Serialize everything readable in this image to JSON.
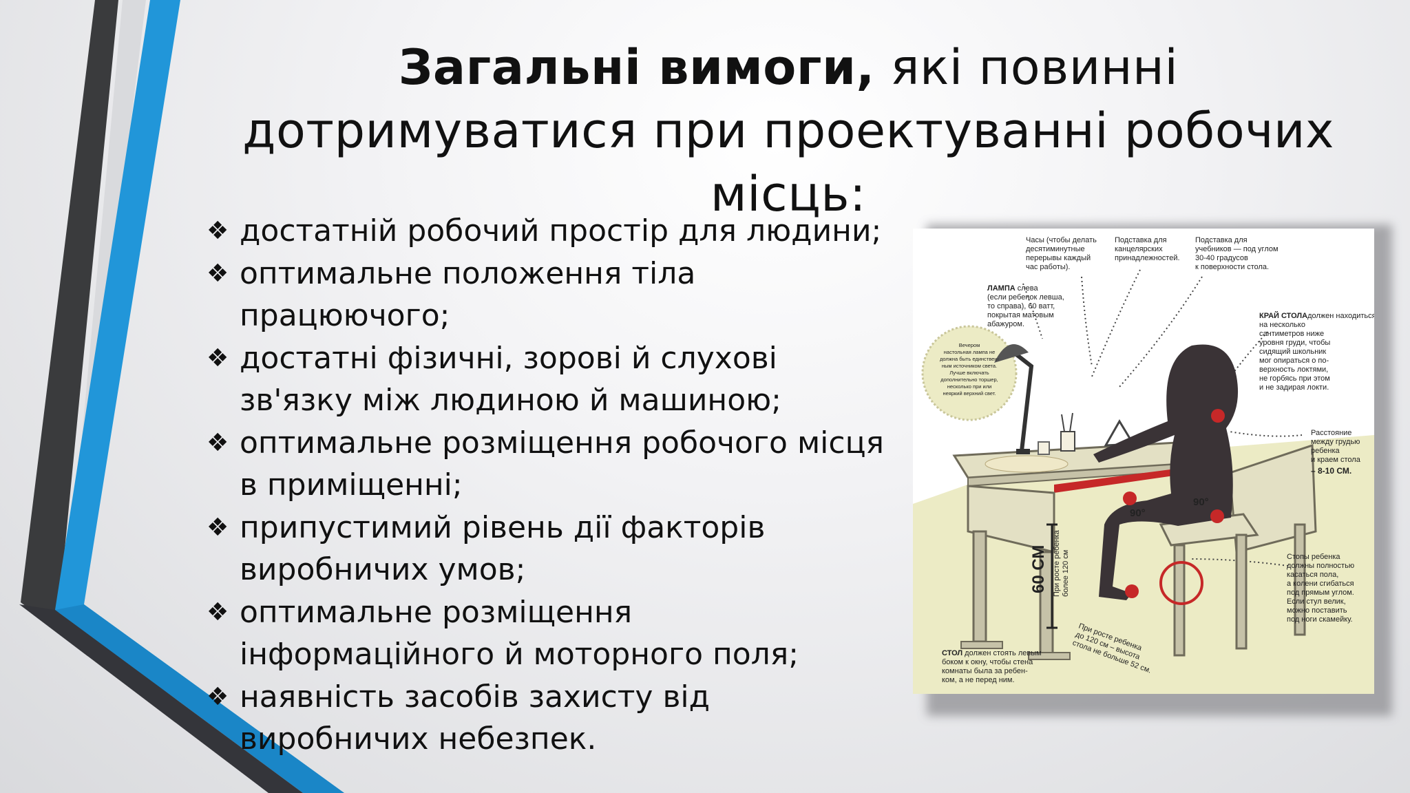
{
  "slide": {
    "title_bold": "Загальні вимоги,",
    "title_rest": " які повинні дотримуватися при проектуванні робочих місць:",
    "bullet_marker": "❖",
    "bullets": [
      "достатній робочий простір для людини;",
      "оптимальне положення тіла працюючого;",
      "достатні фізичні, зорові й слухові зв'язку між людиною й машиною;",
      "оптимальне розміщення робочого місця в приміщенні;",
      "припустимий рівень дії факторів виробничих умов;",
      "оптимальне розміщення інформаційного й моторного поля;",
      "наявність засобів захисту від виробничих небезпек."
    ]
  },
  "figure": {
    "clock_note": [
      "Часы (чтобы делать",
      "десятиминутные",
      "перерывы каждый",
      "час работы)."
    ],
    "stationery_note": [
      "Подставка для",
      "канцелярских",
      "принадлежностей."
    ],
    "book_stand_note": [
      "Подставка для",
      "учебников — под углом",
      "30-40 градусов",
      "к поверхности стола."
    ],
    "lamp_note_title": "ЛАМПА",
    "lamp_note": [
      " слева",
      "(если ребенок левша,",
      "то справа), 60 ватт,",
      "покрытая матовым",
      "абажуром."
    ],
    "edge_note_title": "КРАЙ СТОЛА",
    "edge_note": [
      "должен находиться",
      "на несколько",
      "сантиметров ниже",
      "уровня груди, чтобы",
      "сидящий школьник",
      "мог опираться о по-",
      "верхность локтями,",
      "не горбясь при этом",
      "и не задирая локти."
    ],
    "circle_note": [
      "Вечером",
      "настольная лампа не",
      "должна быть единствен-",
      "ным источником света.",
      "Лучше включать",
      "дополнительно торшер,",
      "несколько при или",
      "неяркий верхний свет."
    ],
    "distance_note": [
      "Расстояние",
      "между грудью",
      "ребенка",
      "и краем стола"
    ],
    "distance_value": "– 8-10 СМ.",
    "angle_1": "90°",
    "angle_2": "90°",
    "height_value": "60 СМ",
    "height_side_note": [
      "При росте ребенка",
      "более 120 см"
    ],
    "height_floor_note": [
      "При росте ребенка",
      "до 120 см – высота",
      "стола не больше 52 см."
    ],
    "feet_note": [
      "Стопы ребенка",
      "должны полностью",
      "касаться пола,",
      "а колени сгибаться",
      "под прямым углом.",
      "Если стул велик,",
      "можно поставить",
      "под ноги скамейку."
    ],
    "table_note_title": "СТОЛ",
    "table_note": [
      " должен стоять левым",
      "боком к окну, чтобы стена",
      "комнаты была за ребен-",
      "ком, а не перед ним."
    ]
  },
  "colors": {
    "accent_blue": "#2196d9",
    "accent_dark": "#3a3b3d",
    "red_marker": "#c62828",
    "figure_floor": "#ecebc5"
  }
}
